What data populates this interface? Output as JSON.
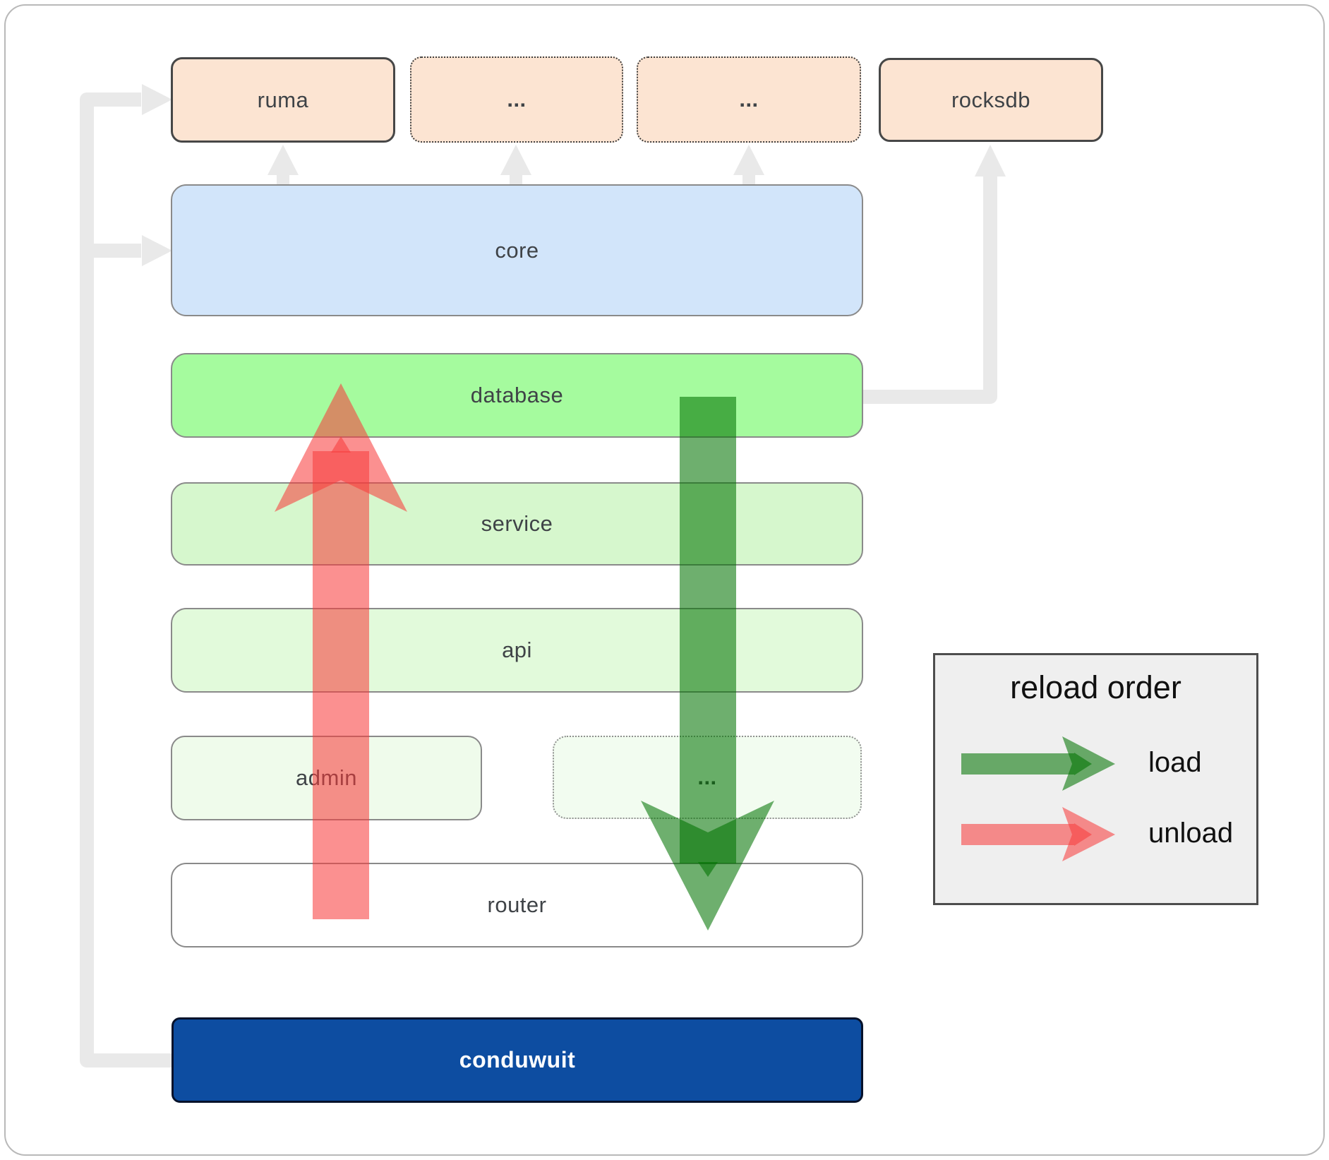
{
  "diagram": {
    "top_row": [
      {
        "label": "ruma"
      },
      {
        "label": "..."
      },
      {
        "label": "..."
      },
      {
        "label": "rocksdb"
      }
    ],
    "layers": {
      "core": "core",
      "database": "database",
      "service": "service",
      "api": "api",
      "admin": "admin",
      "admin_more": "...",
      "router": "router",
      "app": "conduwuit"
    },
    "legend": {
      "title": "reload order",
      "load_label": "load",
      "unload_label": "unload"
    },
    "colors": {
      "peach": "#FCE4D2",
      "core_blue": "#D2E5FA",
      "database_green": "#A5FB9E",
      "service_green": "#D6F7CD",
      "api_green": "#E2FADB",
      "admin_green": "#EFFBEB",
      "admin_more_green": "#F2FCF0",
      "router_white": "#FFFFFF",
      "app_navy": "#0D4DA1",
      "connector_gray": "#E9E9E9",
      "legend_bg": "#EFEFEF",
      "load_green": "rgba(0,115,0,0.57)",
      "unload_red": "rgba(248,59,59,0.57)"
    }
  }
}
